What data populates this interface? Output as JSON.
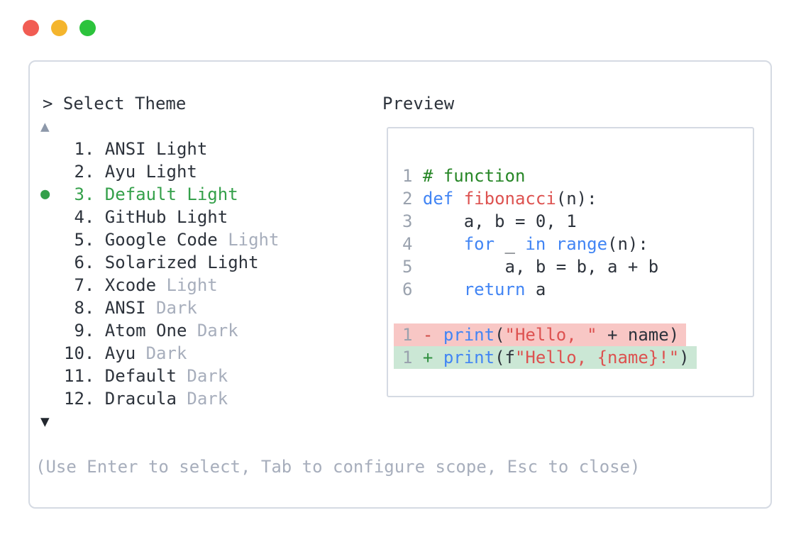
{
  "window": {
    "traffic_lights": [
      {
        "name": "close",
        "color": "#f15c53"
      },
      {
        "name": "minimize",
        "color": "#f4b52d"
      },
      {
        "name": "maximize",
        "color": "#2cc33c"
      }
    ]
  },
  "theme_selector": {
    "prompt": "> Select Theme",
    "scroll_up_indicator": "▲",
    "scroll_down_indicator": "▼",
    "selected_marker": "●",
    "items": [
      {
        "number": "1",
        "label": "ANSI Light",
        "muted": "",
        "selected": false
      },
      {
        "number": "2",
        "label": "Ayu Light",
        "muted": "",
        "selected": false
      },
      {
        "number": "3",
        "label": "Default Light",
        "muted": "",
        "selected": true
      },
      {
        "number": "4",
        "label": "GitHub Light",
        "muted": "",
        "selected": false
      },
      {
        "number": "5",
        "label": "Google Code",
        "muted": "Light",
        "selected": false
      },
      {
        "number": "6",
        "label": "Solarized Light",
        "muted": "",
        "selected": false
      },
      {
        "number": "7",
        "label": "Xcode",
        "muted": "Light",
        "selected": false
      },
      {
        "number": "8",
        "label": "ANSI",
        "muted": "Dark",
        "selected": false
      },
      {
        "number": "9",
        "label": "Atom One",
        "muted": "Dark",
        "selected": false
      },
      {
        "number": "10",
        "label": "Ayu",
        "muted": "Dark",
        "selected": false
      },
      {
        "number": "11",
        "label": "Default",
        "muted": "Dark",
        "selected": false
      },
      {
        "number": "12",
        "label": "Dracula",
        "muted": "Dark",
        "selected": false
      }
    ],
    "hint": "(Use Enter to select, Tab to configure scope, Esc to close)"
  },
  "preview": {
    "title": "Preview",
    "lines": [
      {
        "num": "1",
        "diff": "",
        "tokens": [
          [
            "# function",
            "com"
          ]
        ]
      },
      {
        "num": "2",
        "diff": "",
        "tokens": [
          [
            "def",
            "kw"
          ],
          [
            " ",
            "pl"
          ],
          [
            "fibonacci",
            "fn"
          ],
          [
            "(n):",
            "pl"
          ]
        ]
      },
      {
        "num": "3",
        "diff": "",
        "tokens": [
          [
            "    a, b = 0, 1",
            "pl"
          ]
        ]
      },
      {
        "num": "4",
        "diff": "",
        "tokens": [
          [
            "    ",
            "pl"
          ],
          [
            "for",
            "kw"
          ],
          [
            " _ ",
            "pl"
          ],
          [
            "in",
            "kw"
          ],
          [
            " ",
            "pl"
          ],
          [
            "range",
            "kw"
          ],
          [
            "(n):",
            "pl"
          ]
        ]
      },
      {
        "num": "5",
        "diff": "",
        "tokens": [
          [
            "        a, b = b, a + b",
            "pl"
          ]
        ]
      },
      {
        "num": "6",
        "diff": "",
        "tokens": [
          [
            "    ",
            "pl"
          ],
          [
            "return",
            "kw"
          ],
          [
            " a",
            "pl"
          ]
        ]
      },
      {
        "num": "",
        "diff": "",
        "tokens": []
      },
      {
        "num": "1",
        "diff": "removed",
        "tokens": [
          [
            "- ",
            "minus"
          ],
          [
            "print",
            "kw"
          ],
          [
            "(",
            "pl"
          ],
          [
            "\"Hello, \"",
            "str"
          ],
          [
            " + name)",
            "pl"
          ]
        ]
      },
      {
        "num": "1",
        "diff": "added",
        "tokens": [
          [
            "+ ",
            "plus"
          ],
          [
            "print",
            "kw"
          ],
          [
            "(f",
            "pl"
          ],
          [
            "\"Hello, {name}!\"",
            "str"
          ],
          [
            ")",
            "pl"
          ]
        ]
      }
    ]
  },
  "colors": {
    "text_dark": "#2d333c",
    "muted_gray": "#a7aebc",
    "line_number_gray": "#9aa2ae",
    "selected_green": "#34a04a",
    "keyword_blue": "#4285f4",
    "string_red": "#dd5250",
    "comment_green": "#268626",
    "removed_bg": "#f8c7c5",
    "added_bg": "#cbe7d5",
    "panel_border": "#d5dae3"
  }
}
